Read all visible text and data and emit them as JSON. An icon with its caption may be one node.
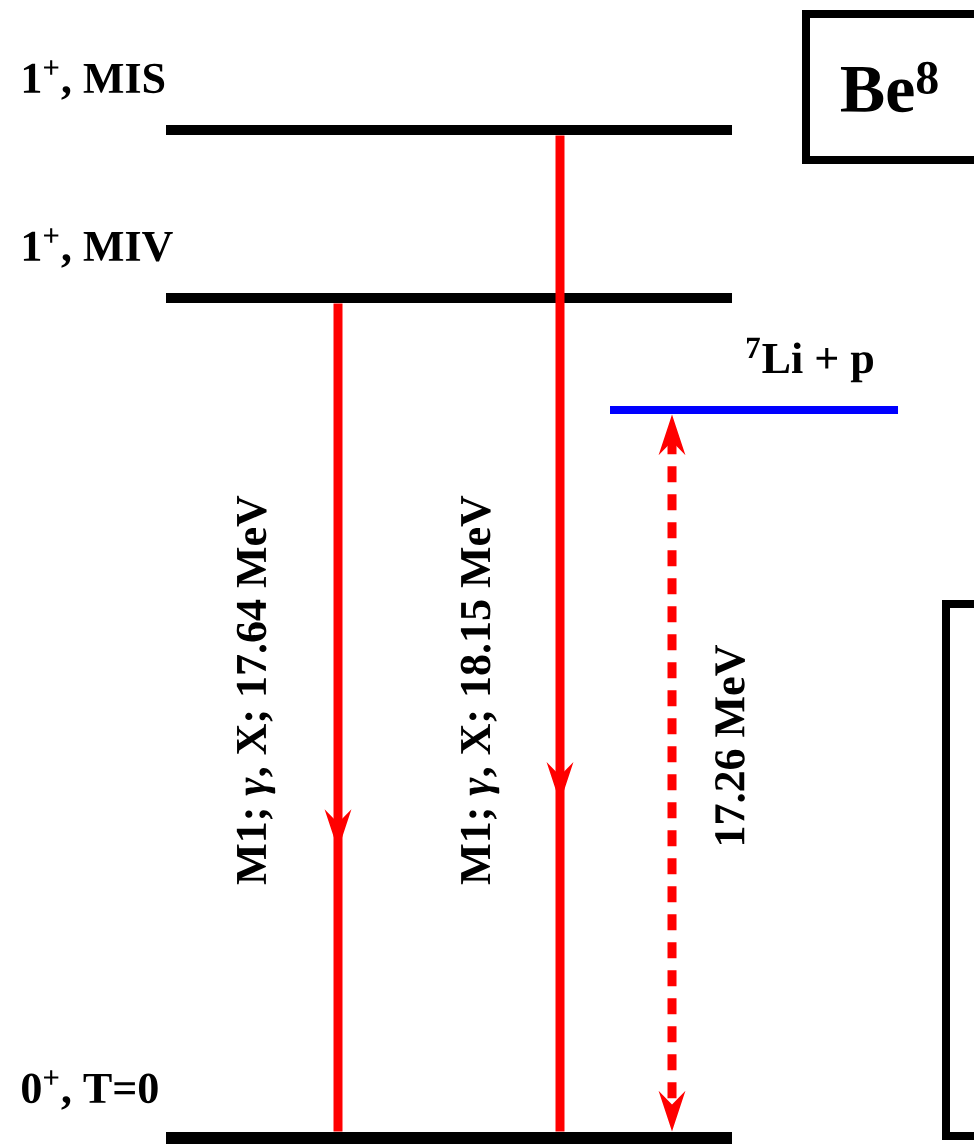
{
  "diagram": {
    "nodes": [
      {
        "text": [
          "1$^{+}$, MIS"
        ]
      },
      {
        "text": [
          "1$^{+}$, MIV"
        ]
      },
      {
        "text": [
          "$^{7}$Li + p"
        ]
      },
      {
        "text": [
          "0$^{+}$, T=0"
        ]
      },
      {
        "text": [
          "Be$^{8}$"
        ]
      },
      {
        "text": [],
        "shape": "box"
      }
    ],
    "edges": [
      {
        "from": 1,
        "to": 3,
        "arrow": "to",
        "label": "M1; *γ*, X; 17.64 MeV"
      },
      {
        "from": 0,
        "to": 3,
        "arrow": "to",
        "label": "M1; *γ*, X; 18.15 MeV"
      },
      {
        "from": 2,
        "to": 3,
        "arrow": "both",
        "style": "dashed",
        "label": "17.26 MeV"
      }
    ]
  }
}
